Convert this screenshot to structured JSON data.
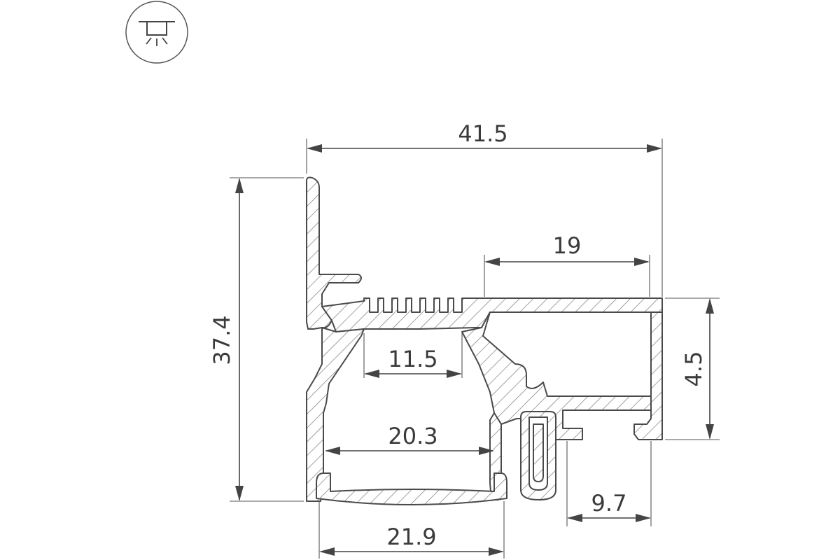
{
  "icon": {
    "name": "recessed-ceiling-light-icon"
  },
  "dimensions": {
    "total_width": "41.5",
    "total_height": "37.4",
    "chamber_width": "19",
    "right_height": "4.5",
    "inner_top_width": "11.5",
    "inner_width": "20.3",
    "diffuser_width": "21.9",
    "clip_offset": "9.7"
  },
  "colors": {
    "line": "#444444",
    "hatch": "#7a7a7a",
    "background": "#ffffff"
  }
}
